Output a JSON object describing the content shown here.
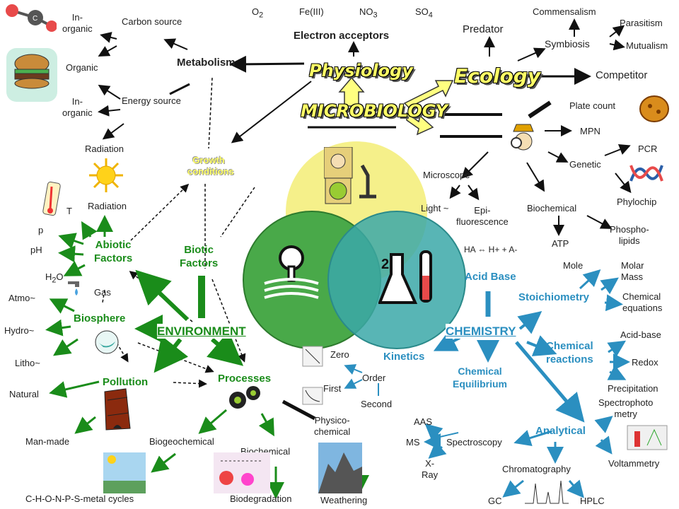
{
  "main": {
    "microbiology": "MICROBIOLOGY",
    "physiology": "Physiology",
    "ecology": "Ecology",
    "environment": "ENVIRONMENT",
    "chemistry": "CHEMISTRY"
  },
  "physiology_branch": {
    "electron_acceptors": "Electron acceptors",
    "acceptors": [
      "O2",
      "Fe(III)",
      "NO3",
      "SO4"
    ],
    "metabolism": "Metabolism",
    "carbon_source": "Carbon source",
    "energy_source": "Energy source",
    "inorganic_1": "In-\norganic",
    "organic": "Organic",
    "inorganic_2": "In-\norganic",
    "radiation_1": "Radiation",
    "growth_conditions": "Growth conditions"
  },
  "ecology_branch": {
    "predator": "Predator",
    "symbiosis": "Symbiosis",
    "commensalism": "Commensalism",
    "parasitism": "Parasitism",
    "mutualism": "Mutualism",
    "competitor": "Competitor",
    "plate_count": "Plate count",
    "mpn": "MPN",
    "genetic": "Genetic",
    "pcr": "PCR",
    "phylochip": "Phylochip",
    "microscope": "Microscope",
    "light": "Light ~",
    "epifluorescence": "Epi-\nfluorescence",
    "biochemical": "Biochemical",
    "atp": "ATP",
    "phospholipids": "Phospho-\nlipids"
  },
  "environment_branch": {
    "radiation_2": "Radiation",
    "t": "T",
    "p": "p",
    "ph": "pH",
    "abiotic_factors": "Abiotic\nFactors",
    "biotic_factors": "Biotic\nFactors",
    "h2o": "H2O",
    "gas": "Gas",
    "atmo": "Atmo~",
    "biosphere": "Biosphere",
    "hydro": "Hydro~",
    "litho": "Litho~",
    "pollution": "Pollution",
    "processes": "Processes",
    "natural": "Natural",
    "man_made": "Man-made",
    "biogeochemical": "Biogeochemical",
    "biochemical_2": "Biochemical",
    "physico_chemical": "Physico-\nchemical",
    "cycles": "C-H-O-N-P-S-metal cycles",
    "biodegradation": "Biodegradation",
    "weathering": "Weathering"
  },
  "chemistry_branch": {
    "ha_equation": "HA ⇔ H+ + A-",
    "acid_base": "Acid Base",
    "stoichiometry": "Stoichiometry",
    "mole": "Mole",
    "molar_mass": "Molar\nMass",
    "chemical_equations": "Chemical\nequations",
    "kinetics": "Kinetics",
    "zero": "Zero",
    "order": "Order",
    "first": "First",
    "second": "Second",
    "chemical_equilibrium": "Chemical\nEquilibrium",
    "chemical_reactions": "Chemical\nreactions",
    "acid_base_2": "Acid-base",
    "redox": "Redox",
    "precipitation": "Precipitation",
    "spectrophotometry": "Spectrophoto\nmetry",
    "analytical": "Analytical",
    "aas": "AAS",
    "ms": "MS",
    "spectroscopy": "Spectroscopy",
    "xray": "X-\nRay",
    "chromatography": "Chromatography",
    "voltammetry": "Voltammetry",
    "gc": "GC",
    "hplc": "HPLC"
  },
  "colors": {
    "black": "#111111",
    "green": "#1a8c1a",
    "blue": "#2b8fc0",
    "yellow_arrow": "#ffff80",
    "venn_yellow": "#f5f08a",
    "venn_green": "#5cb85c",
    "venn_teal": "#4bb8b0"
  }
}
